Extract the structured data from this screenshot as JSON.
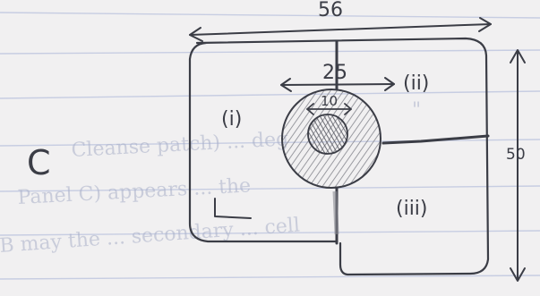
{
  "diagram": {
    "panel_letter": "C",
    "dimensions": {
      "overall_width": "56",
      "overall_height": "50",
      "circle_outer": "25",
      "circle_inner": "10"
    },
    "regions": {
      "region_1": "(i)",
      "region_2": "(ii)",
      "region_3": "(iii)"
    }
  },
  "background_notes": {
    "line_1": "\"",
    "line_2": "Cleanse patch) ... deg",
    "line_3": "Panel C) appears ... the",
    "line_4": "B may the ... secondary ... cell"
  },
  "colors": {
    "paper": "#f1f0f1",
    "ruled_line": "#c7cde2",
    "ink": "#3b3d46",
    "hatch": "#8a8b93",
    "faint_writing": "#a9b0c9"
  }
}
